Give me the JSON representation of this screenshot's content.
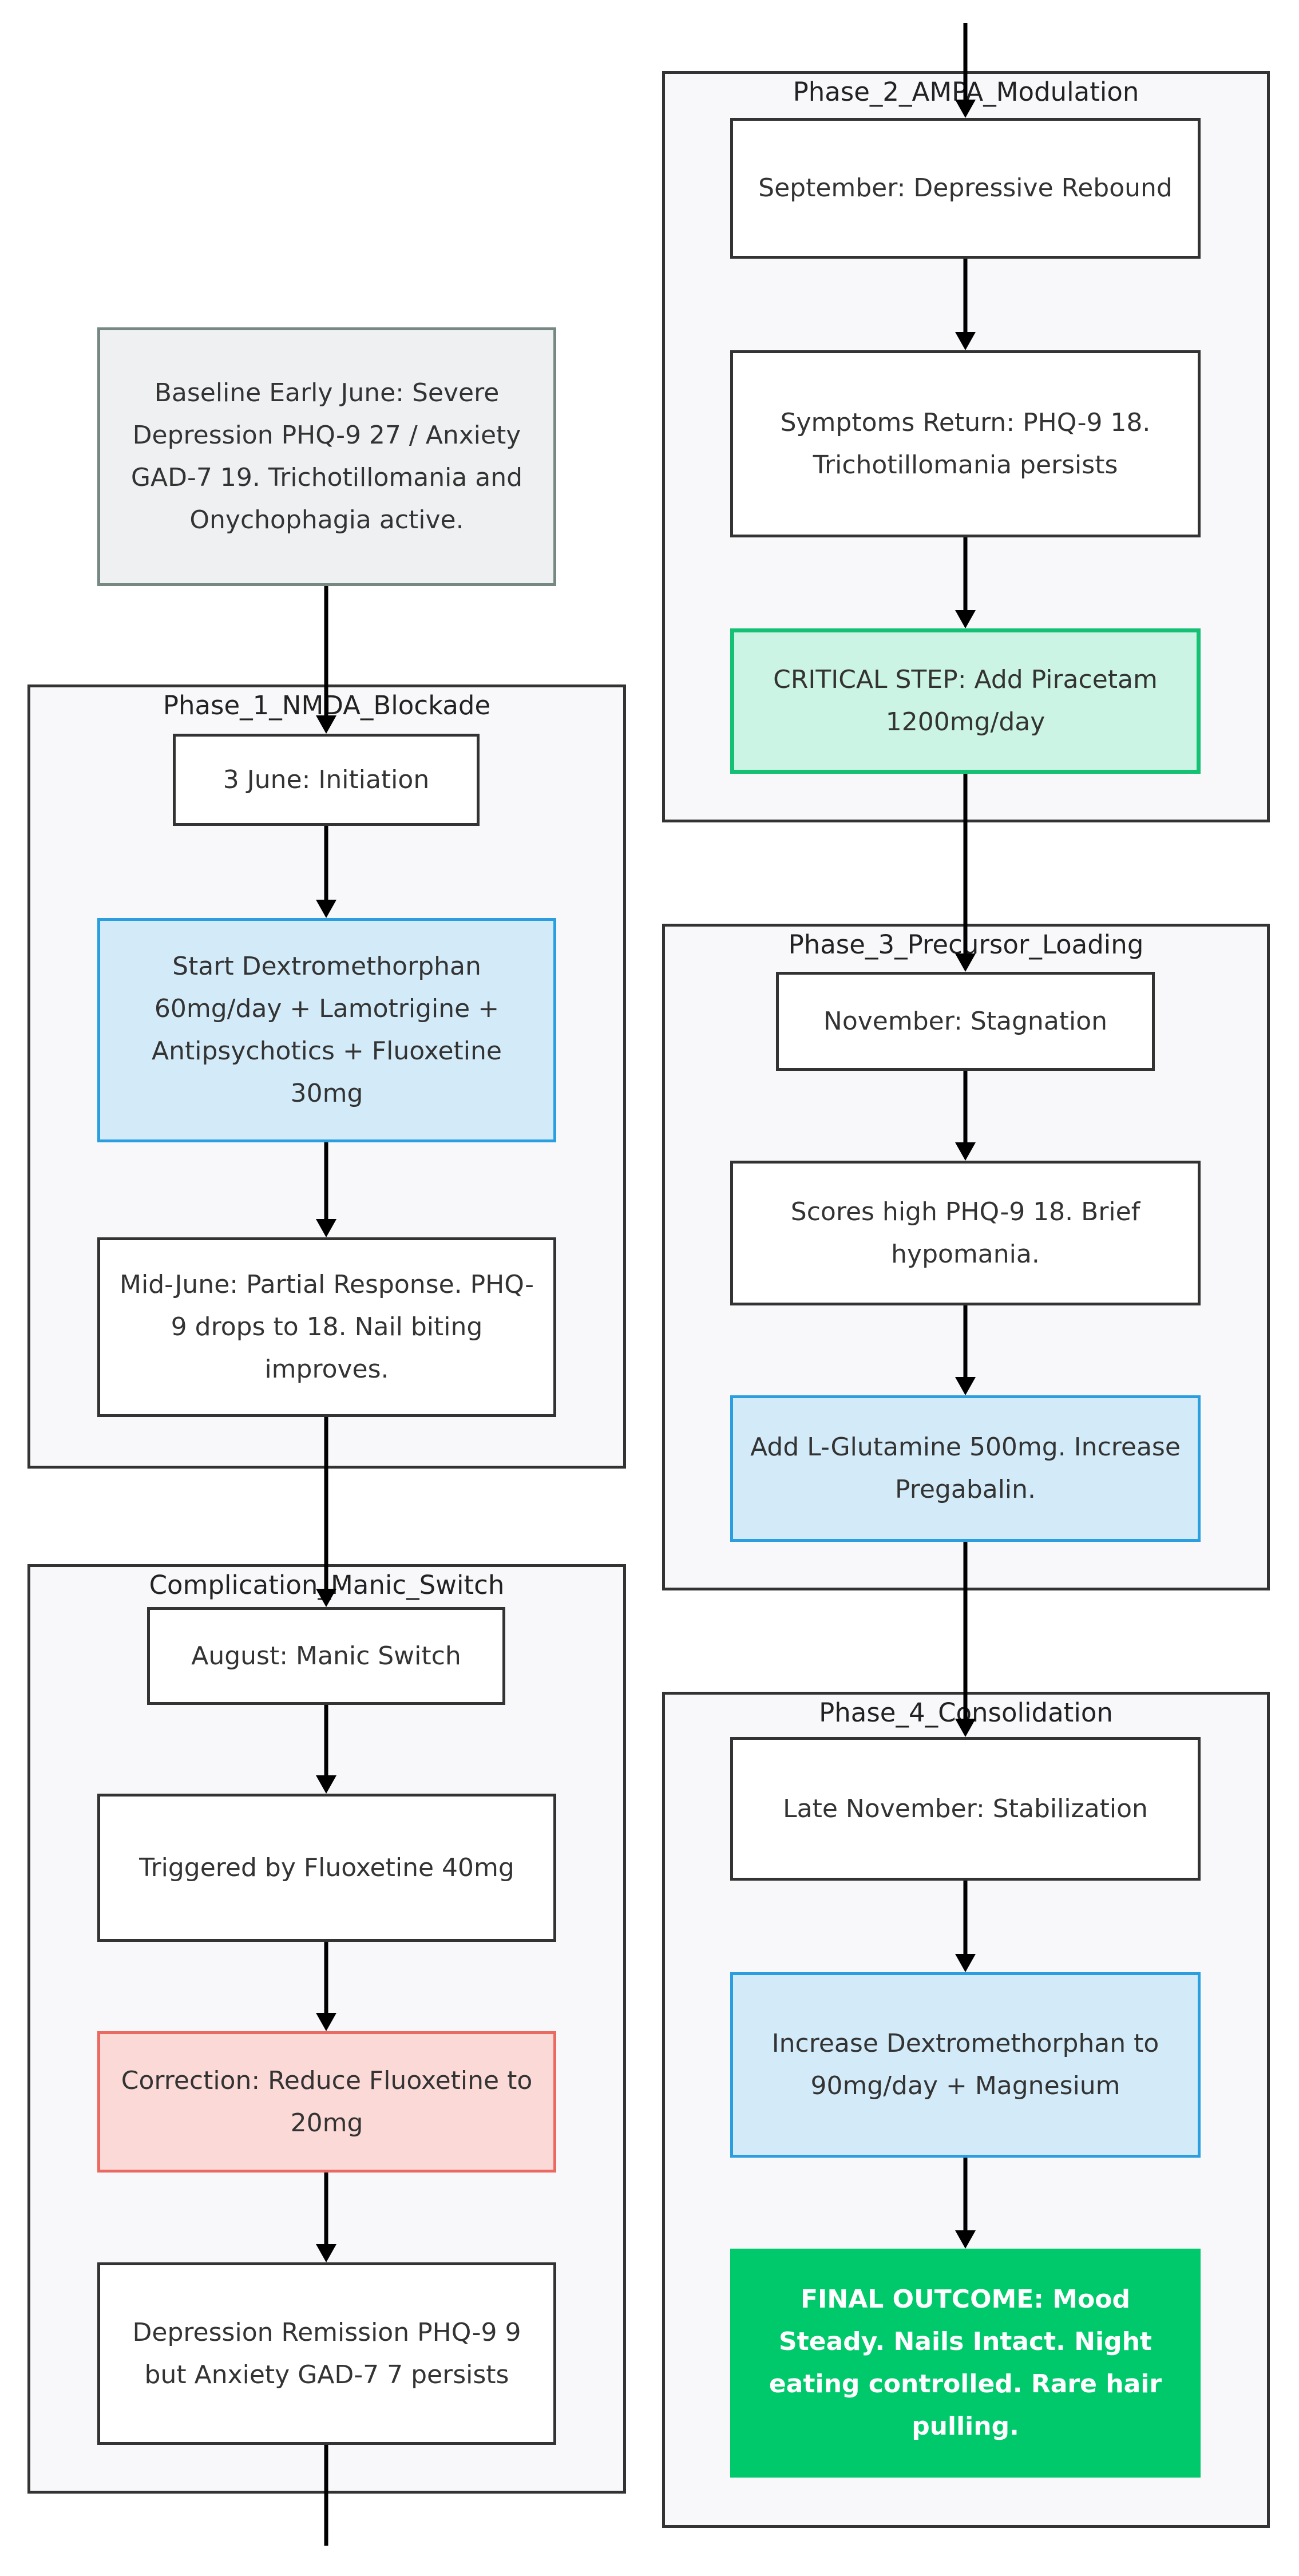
{
  "clusters": {
    "phase1": "Phase_1_NMDA_Blockade",
    "complication": "Complication_Manic_Switch",
    "phase2": "Phase_2_AMPA_Modulation",
    "phase3": "Phase_3_Precursor_Loading",
    "phase4": "Phase_4_Consolidation"
  },
  "nodes": {
    "baseline": "Baseline Early June: Severe Depression PHQ-9 27 / Anxiety GAD-7 19. Trichotillomania and Onychophagia active.",
    "initiation": "3 June: Initiation",
    "start_dxm": "Start Dextromethorphan 60mg/day + Lamotrigine + Antipsychotics + Fluoxetine 30mg",
    "mid_june": "Mid-June: Partial Response. PHQ-9 drops to 18. Nail biting improves.",
    "august": "August: Manic Switch",
    "triggered": "Triggered by Fluoxetine 40mg",
    "correction": "Correction: Reduce Fluoxetine to 20mg",
    "remission": "Depression Remission PHQ-9 9 but Anxiety GAD-7 7 persists",
    "september": "September: Depressive Rebound",
    "symptoms": "Symptoms Return: PHQ-9 18. Trichotillomania persists",
    "critical": "CRITICAL STEP: Add Piracetam 1200mg/day",
    "november": "November: Stagnation",
    "scores": "Scores high PHQ-9 18. Brief hypomania.",
    "glutamine": "Add L-Glutamine 500mg. Increase Pregabalin.",
    "late_nov": "Late November: Stabilization",
    "increase_dxm": "Increase Dextromethorphan to 90mg/day + Magnesium",
    "final": "FINAL OUTCOME: Mood Steady. Nails Intact. Night eating controlled. Rare hair pulling."
  },
  "colors": {
    "line": "#000000",
    "cluster_bg": "#f8f8fb",
    "blue_fill": "#d3ebf8",
    "blue_border": "#2b9ee0",
    "mint_fill": "#ccf4e4",
    "mint_border": "#14c174",
    "red_fill": "#fbd9d7",
    "red_border": "#ea6a61",
    "final_fill": "#00c96b",
    "baseline_fill": "#eef0f2"
  }
}
